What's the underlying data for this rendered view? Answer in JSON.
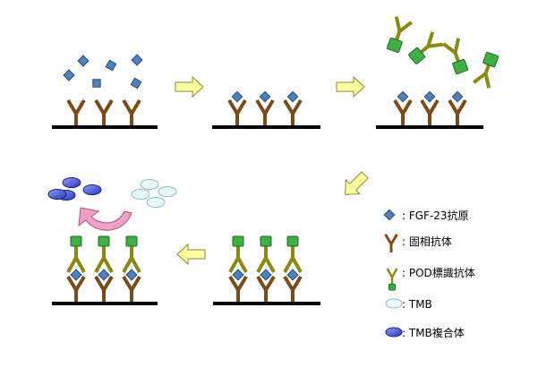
{
  "legend": {
    "antigen": ": FGF-23抗原",
    "capture_antibody": ": 固相抗体",
    "pod_antibody": ": POD標識抗体",
    "tmb": ": TMB",
    "tmb_complex": ": TMB複合体"
  },
  "colors": {
    "antigen": "#4f81bd",
    "antigen_stroke": "#1f4e79",
    "capture_antibody": "#7a4a17",
    "pod_antibody": "#8a8a10",
    "pod_label": "#3cb043",
    "pod_label_stroke": "#1e6b24",
    "tmb_fill": "#e8f7f7",
    "tmb_stroke": "#8fbfc0",
    "tmb_complex_fill": "#3a4fd0",
    "tmb_complex_stroke": "#1a227a",
    "arrow_fill": "#ffffa0",
    "arrow_stroke": "#8a8a30",
    "curved_arrow_fill": "#f2a0c8",
    "curved_arrow_stroke": "#b0507e",
    "surface": "#000000"
  },
  "icons": {
    "antigen": "diamond",
    "capture_antibody": "y-shape",
    "pod_antibody": "y-shape-with-square",
    "tmb": "ellipse-light",
    "tmb_complex": "ellipse-dark"
  }
}
